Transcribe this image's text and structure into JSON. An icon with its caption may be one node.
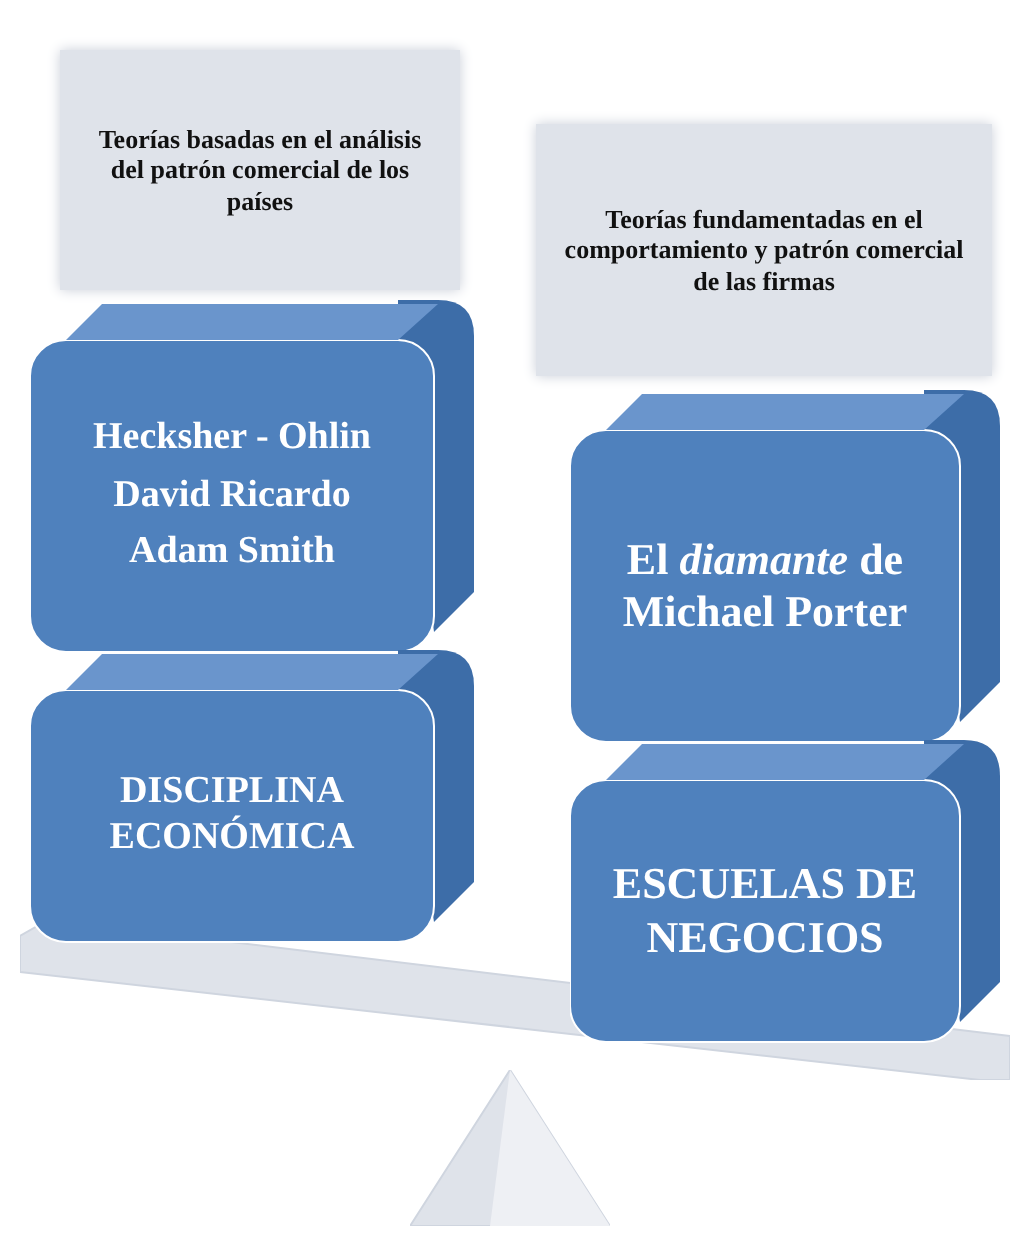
{
  "diagram": {
    "nodes": [
      {
        "text": [
          "Teorías basadas en el análisis del patrón comercial de los países"
        ]
      },
      {
        "text": [
          "Hecksher - Ohlin",
          "David Ricardo",
          "Adam Smith"
        ]
      },
      {
        "text": [
          "DISCIPLINA ECONÓMICA"
        ]
      },
      {
        "text": [
          "Teorías fundamentadas en el comportamiento y patrón comercial de las firmas"
        ]
      },
      {
        "text": [
          "El *diamante* de Michael Porter"
        ]
      },
      {
        "text": [
          "ESCUELAS DE NEGOCIOS"
        ]
      },
      {
        "text": [],
        "shape": "bar"
      },
      {
        "text": [],
        "shape": "triangle"
      }
    ]
  }
}
